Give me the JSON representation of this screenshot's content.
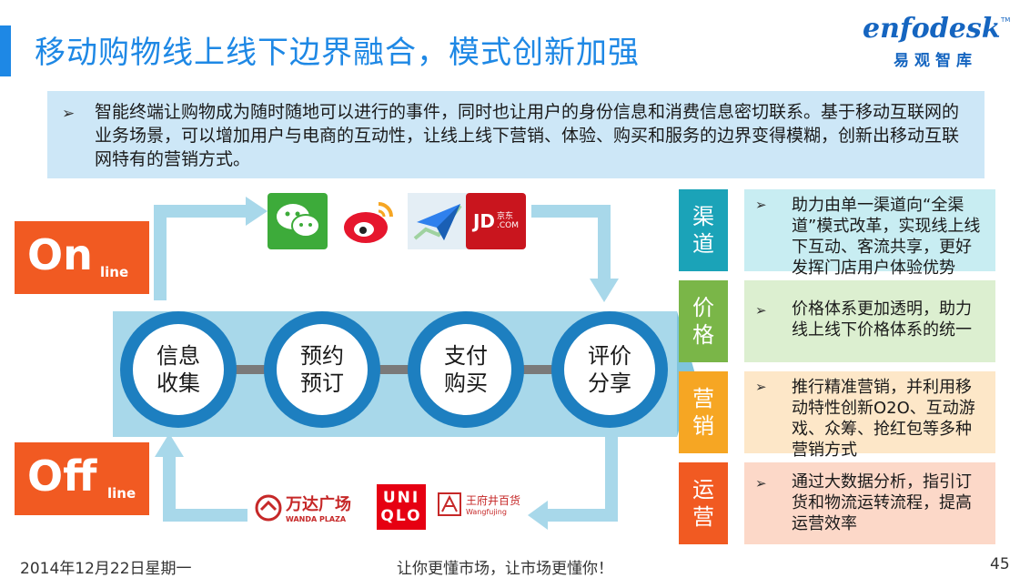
{
  "header": {
    "title": "移动购物线上线下边界融合，模式创新加强",
    "logo_text": "enfodesk",
    "logo_tm": "TM",
    "logo_cn": "易观智库"
  },
  "intro": {
    "bullet": "➢",
    "text": "智能终端让购物成为随时随地可以进行的事件，同时也让用户的身份信息和消费信息密切联系。基于移动互联网的业务场景，可以增加用户与电商的互动性，让线上线下营销、体验、购买和服务的边界变得模糊，创新出移动互联网特有的营销方式。"
  },
  "channels": {
    "online": {
      "big": "On",
      "small": "line"
    },
    "offline": {
      "big": "Off",
      "small": "line"
    }
  },
  "online_apps": [
    {
      "icon": "wechat-icon",
      "color": "#3dab3a"
    },
    {
      "icon": "weibo-icon",
      "color": "#e6162d"
    },
    {
      "icon": "paper-plane-map-icon",
      "color": "#2f80ed"
    },
    {
      "icon": "jd-icon",
      "label": "JD",
      "sublabel": "京东\n.COM",
      "color": "#c9151e"
    }
  ],
  "offline_brands": {
    "wanda": {
      "cn": "万达广场",
      "en": "WANDA PLAZA",
      "color": "#c62828"
    },
    "uniqlo": {
      "line1": "UNI",
      "line2": "QLO",
      "color": "#e60012"
    },
    "wangfujing": {
      "cn": "王府井百货",
      "en": "Wangfujing",
      "color": "#c62828"
    }
  },
  "process": [
    {
      "line1": "信息",
      "line2": "收集"
    },
    {
      "line1": "预约",
      "line2": "预订"
    },
    {
      "line1": "支付",
      "line2": "购买"
    },
    {
      "line1": "评价",
      "line2": "分享"
    }
  ],
  "categories": [
    {
      "line1": "渠",
      "line2": "道",
      "color": "#1ba3b8",
      "desc_bg": "#c8edf2",
      "bullet": "➢",
      "text": "助力由单一渠道向“全渠道”模式改革，实现线上线下互动、客流共享，更好发挥门店用户体验优势"
    },
    {
      "line1": "价",
      "line2": "格",
      "color": "#7ab648",
      "desc_bg": "#dcefd0",
      "bullet": "➢",
      "text": "价格体系更加透明，助力线上线下价格体系的统一"
    },
    {
      "line1": "营",
      "line2": "销",
      "color": "#f6a623",
      "desc_bg": "#fde7c8",
      "bullet": "➢",
      "text": "推行精准营销，并利用移动特性创新O2O、互动游戏、众筹、抢红包等多种营销方式"
    },
    {
      "line1": "运",
      "line2": "营",
      "color": "#f15a22",
      "desc_bg": "#fcd8c8",
      "bullet": "➢",
      "text": "通过大数据分析，指引订货和物流运转流程，提高运营效率"
    }
  ],
  "footer": {
    "date": "2014年12月22日星期一",
    "slogan": "让你更懂市场，让市场更懂你！",
    "page": "45"
  },
  "colors": {
    "accent": "#1e88e5",
    "orange": "#f15a22",
    "flow": "#a8d8ea"
  }
}
